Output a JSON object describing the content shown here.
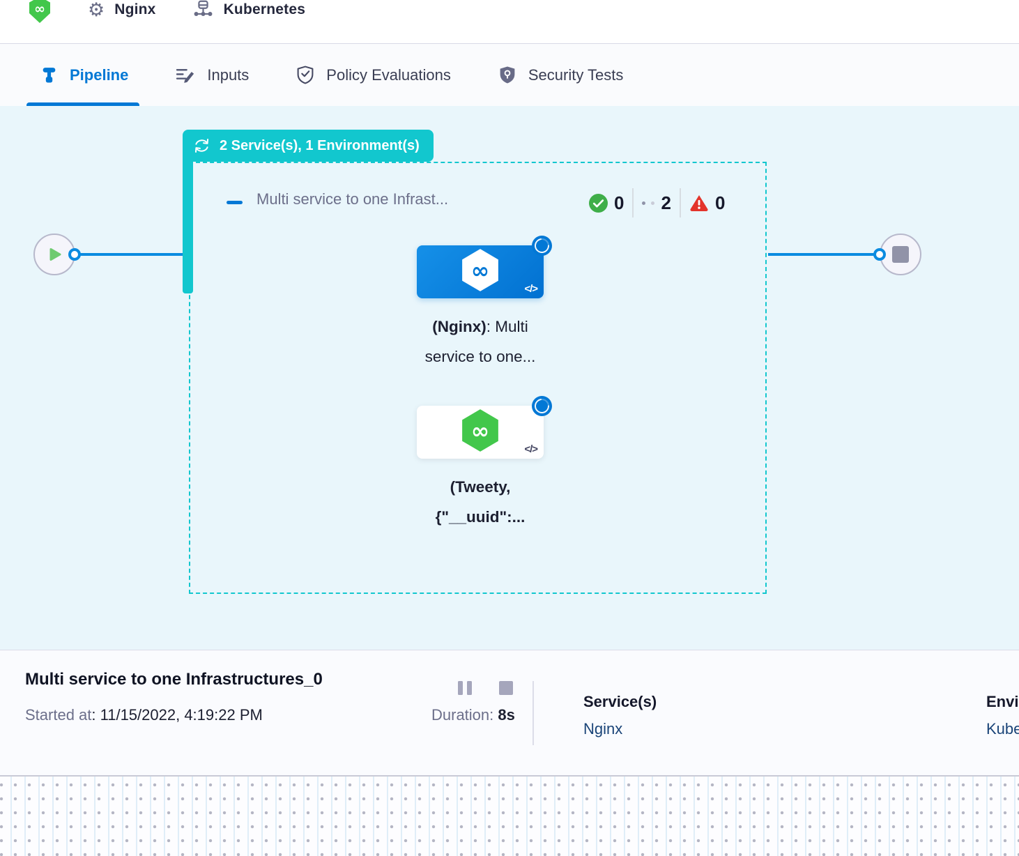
{
  "topbar": {
    "service_name": "Nginx",
    "environment_name": "Kubernetes"
  },
  "tabs": [
    {
      "label": "Pipeline",
      "active": true
    },
    {
      "label": "Inputs",
      "active": false
    },
    {
      "label": "Policy Evaluations",
      "active": false
    },
    {
      "label": "Security Tests",
      "active": false
    }
  ],
  "canvas": {
    "stage_badge": "2 Service(s), 1 Environment(s)",
    "stage": {
      "title": "Multi service to one Infrast...",
      "counters": {
        "success": "0",
        "running": "2",
        "failed": "0"
      },
      "nodes": [
        {
          "line1_bold": "(Nginx)",
          "line1_rest": ": Multi",
          "line2": "service to one..."
        },
        {
          "line1_bold": "(Tweety,",
          "line1_rest": "",
          "line2": "{\"__uuid\":..."
        }
      ]
    }
  },
  "footer": {
    "title": "Multi service to one Infrastructures_0",
    "started_label": "Started at",
    "started_value": ": 11/15/2022, 4:19:22 PM",
    "duration_label": "Duration: ",
    "duration_value": "8s",
    "services_label": "Service(s)",
    "services_value": "Nginx",
    "environment_label": "Environment(s)",
    "environment_value": "Kubernetes"
  },
  "icons": {
    "gear": "⚙",
    "code": "</>",
    "infinity": "∞"
  },
  "colors": {
    "accent_teal": "#12c7ce",
    "primary_blue": "#0278d5",
    "success_green": "#3fae49",
    "error_red": "#e3342b",
    "harness_green": "#42c74b",
    "link_navy": "#1a4478",
    "canvas_bg": "#e9f6fb"
  }
}
